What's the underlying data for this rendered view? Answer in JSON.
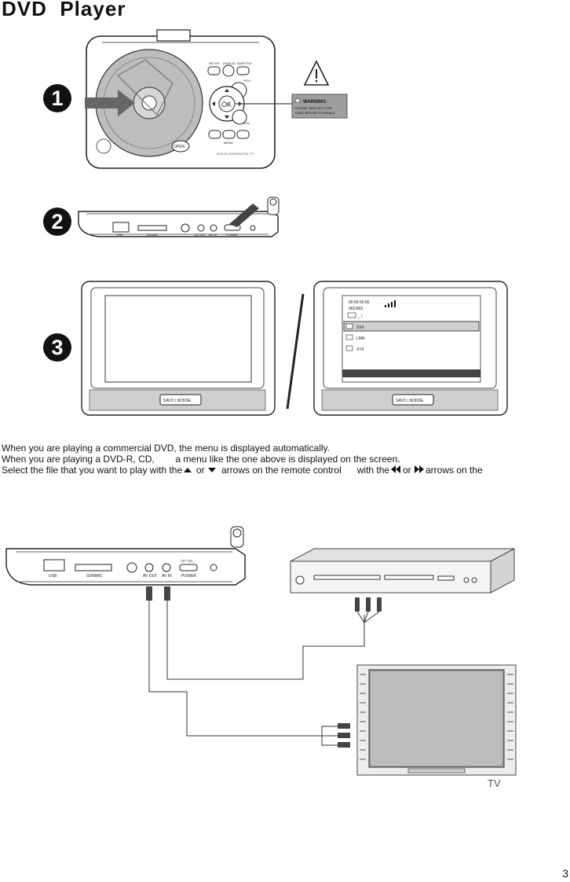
{
  "title": "DVD  Player",
  "steps": [
    "1",
    "2",
    "3"
  ],
  "player": {
    "buttons_top": [
      "SETUP",
      "DISPLAY",
      "SUBTITLE"
    ],
    "ok_label": "OK",
    "open_label": "OPEN",
    "menu_label": "MENU",
    "model_text": "DVD PLAYER/DIGITAL TV",
    "vol_plus": "VOL+",
    "vol_minus": "VOL-"
  },
  "warning": {
    "heading": "WARNING:",
    "body_line1": "PLEASE TAKE OUT THIS",
    "body_line2": "CARD BEFORE PLAYBACK"
  },
  "side_panel": {
    "usb": "USB",
    "card": "SD/MMC",
    "av_out": "AV OUT",
    "av_in": "AV IN",
    "off_on": "OFF ON",
    "power": "POWER"
  },
  "screen_menu": {
    "time": "00:00  00:00",
    "count": "001/003",
    "path": "_ \\",
    "files": [
      "XXX",
      "LMN",
      "XYZ"
    ],
    "brand": "SAVO | NONSE"
  },
  "instructions": [
    "When you are playing a commercial DVD, the menu is displayed automatically.",
    "When you are playing a DVD-R, CD,        a menu like the one above is displayed on the screen.",
    "Select the file that you want to play with the",
    "or",
    "arrows on the remote control      with the",
    "or",
    "arrows on the"
  ],
  "tv_label": "TV",
  "page_number": "3"
}
